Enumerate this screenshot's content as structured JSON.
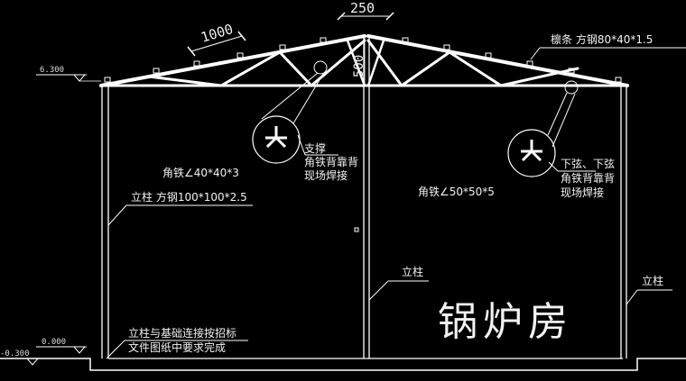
{
  "drawing": {
    "dims": {
      "purlin_spacing": "1000",
      "ridge_width": "250",
      "truss_height": "500"
    },
    "levels": {
      "eave": "6.300",
      "floor": "0.000",
      "ground": "-0.300"
    },
    "labels": {
      "purlin": "檩条  方钢80*40*1.5",
      "brace_1": "支撑",
      "brace_2": "角铁背靠背",
      "brace_3": "现场焊接",
      "angle_left": "角铁∠40*40*3",
      "column_left": "立柱  方钢100*100*2.5",
      "lower_1": "下弦、下弦",
      "lower_2": "角铁背靠背",
      "lower_3": "现场焊接",
      "angle_right": "角铁∠50*50*5",
      "column_mid": "立柱",
      "column_right": "立柱",
      "base_1": "立柱与基础连接按招标",
      "base_2": "文件图纸中要求完成",
      "room_name": "锅炉房"
    },
    "colors": {
      "background": "#000000",
      "lines": "#ffffff",
      "text": "#f2f2f2"
    }
  }
}
